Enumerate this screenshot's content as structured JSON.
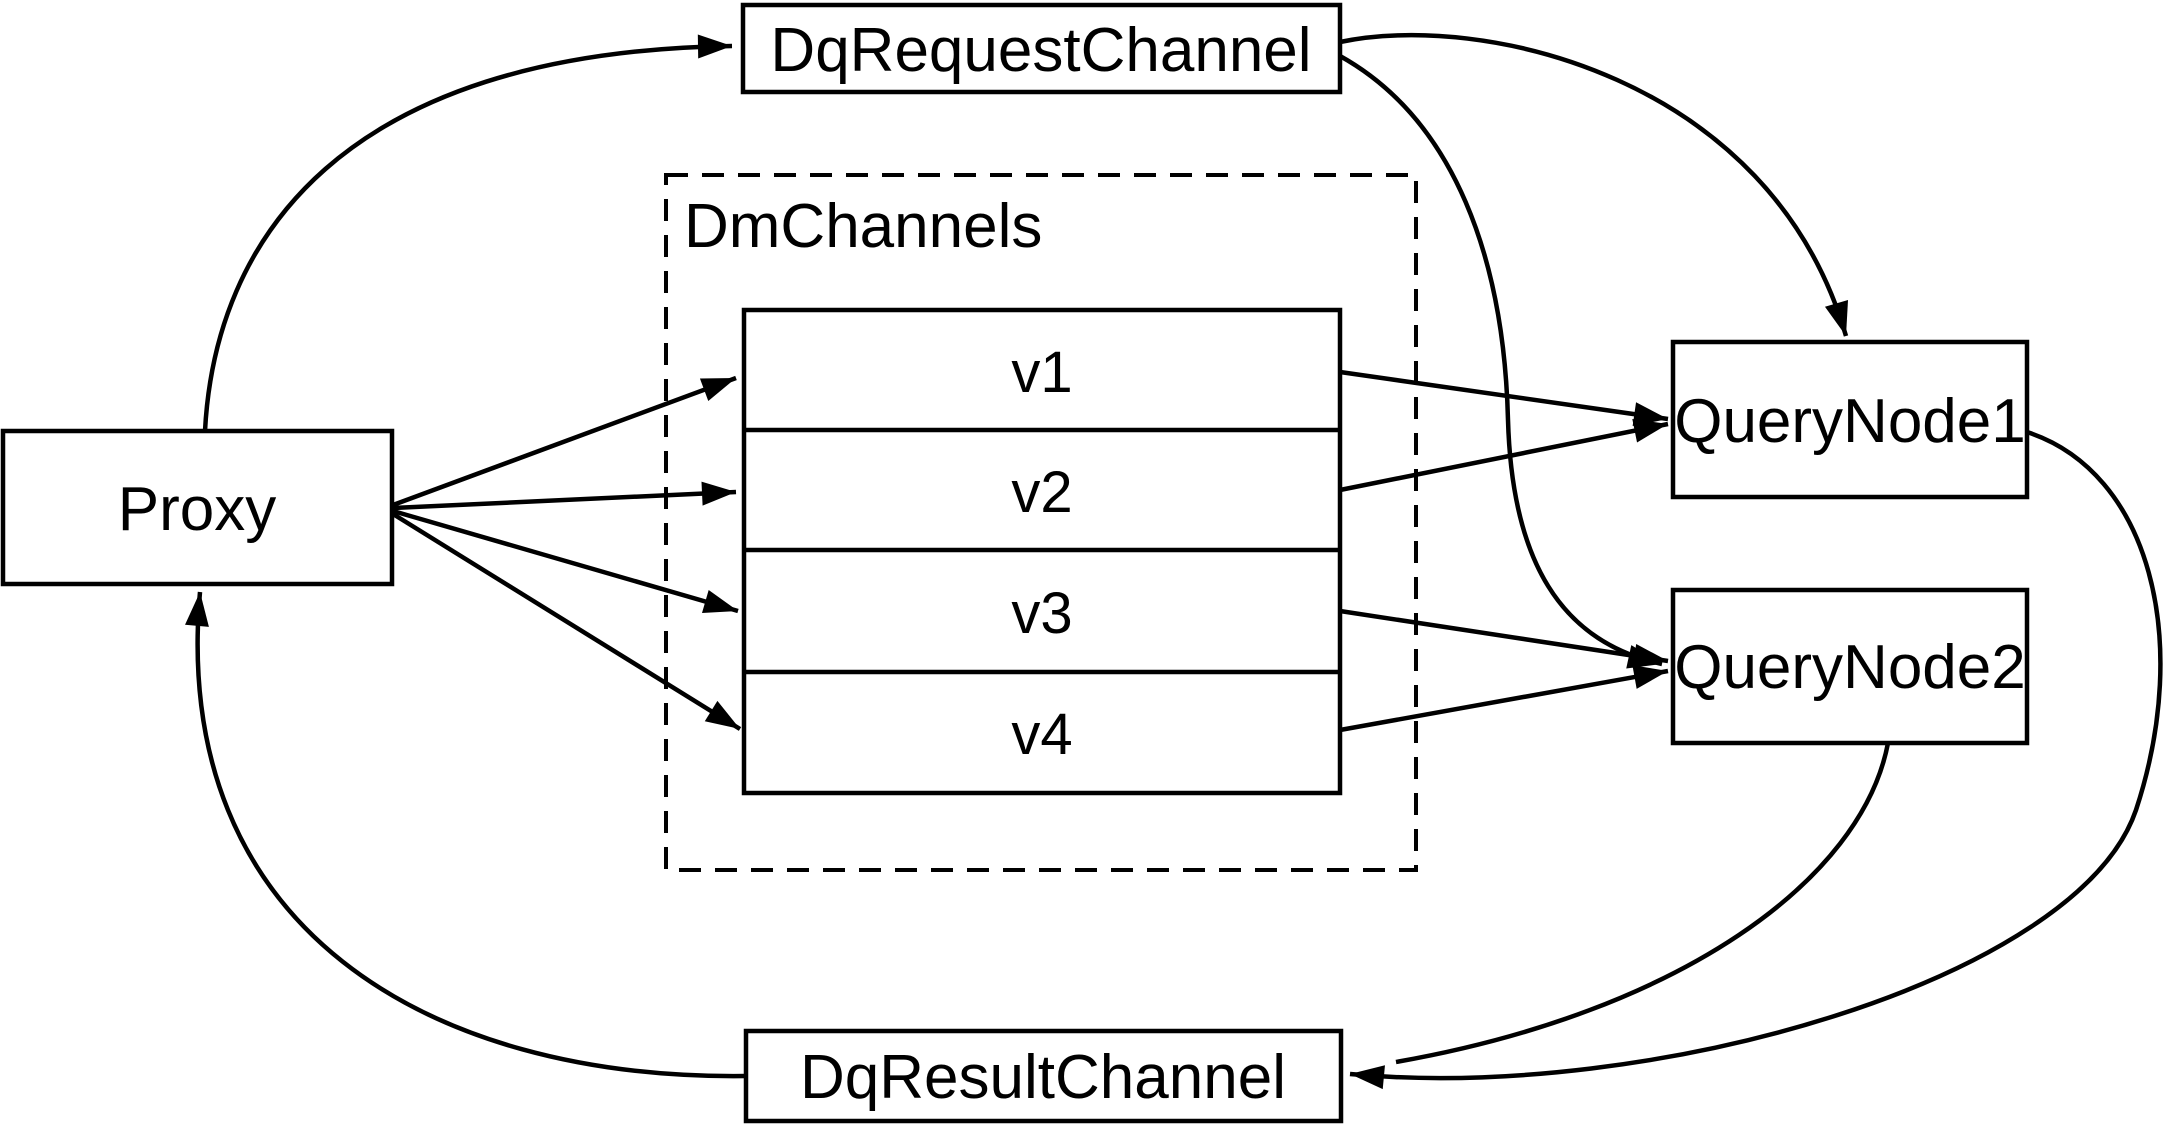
{
  "diagram": {
    "background_color": "#ffffff",
    "line_color": "#000000",
    "nodes": {
      "proxy": {
        "label": "Proxy"
      },
      "dq_request_channel": {
        "label": "DqRequestChannel"
      },
      "dm_channels_group": {
        "label": "DmChannels"
      },
      "channels": [
        {
          "label": "v1"
        },
        {
          "label": "v2"
        },
        {
          "label": "v3"
        },
        {
          "label": "v4"
        }
      ],
      "query_node_1": {
        "label": "QueryNode1"
      },
      "query_node_2": {
        "label": "QueryNode2"
      },
      "dq_result_channel": {
        "label": "DqResultChannel"
      }
    },
    "edges": [
      {
        "from": "Proxy",
        "to": "DqRequestChannel"
      },
      {
        "from": "DqRequestChannel",
        "to": "QueryNode1"
      },
      {
        "from": "DqRequestChannel",
        "to": "QueryNode2"
      },
      {
        "from": "Proxy",
        "to": "v1"
      },
      {
        "from": "Proxy",
        "to": "v2"
      },
      {
        "from": "Proxy",
        "to": "v3"
      },
      {
        "from": "Proxy",
        "to": "v4"
      },
      {
        "from": "v1",
        "to": "QueryNode1"
      },
      {
        "from": "v2",
        "to": "QueryNode1"
      },
      {
        "from": "v3",
        "to": "QueryNode2"
      },
      {
        "from": "v4",
        "to": "QueryNode2"
      },
      {
        "from": "QueryNode1",
        "to": "DqResultChannel"
      },
      {
        "from": "QueryNode2",
        "to": "DqResultChannel"
      },
      {
        "from": "DqResultChannel",
        "to": "Proxy"
      }
    ]
  }
}
